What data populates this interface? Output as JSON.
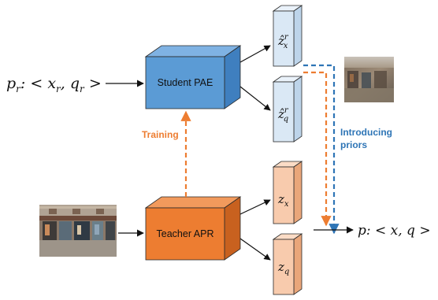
{
  "input_pose": "pᵣ: < xᵣ, qᵣ >",
  "output_pose": "p: < x, q >",
  "student": {
    "label": "Student PAE",
    "color": "#5b9bd5",
    "outputs": [
      {
        "symbol": "ẑ",
        "sup": "r",
        "sub": "x"
      },
      {
        "symbol": "ẑ",
        "sup": "r",
        "sub": "q"
      }
    ],
    "output_color": "#dae8f5"
  },
  "teacher": {
    "label": "Teacher APR",
    "color": "#ed7d31",
    "outputs": [
      {
        "symbol": "z",
        "sub": "x"
      },
      {
        "symbol": "z",
        "sub": "q"
      }
    ],
    "output_color": "#f8cbad"
  },
  "annotations": {
    "training": "Training",
    "training_color": "#ed7d31",
    "priors_line1": "Introducing",
    "priors_line2": "priors",
    "priors_color": "#2e75b6"
  },
  "images": {
    "query": "street-storefront-photo",
    "rendered": "rendered-storefront-image"
  }
}
